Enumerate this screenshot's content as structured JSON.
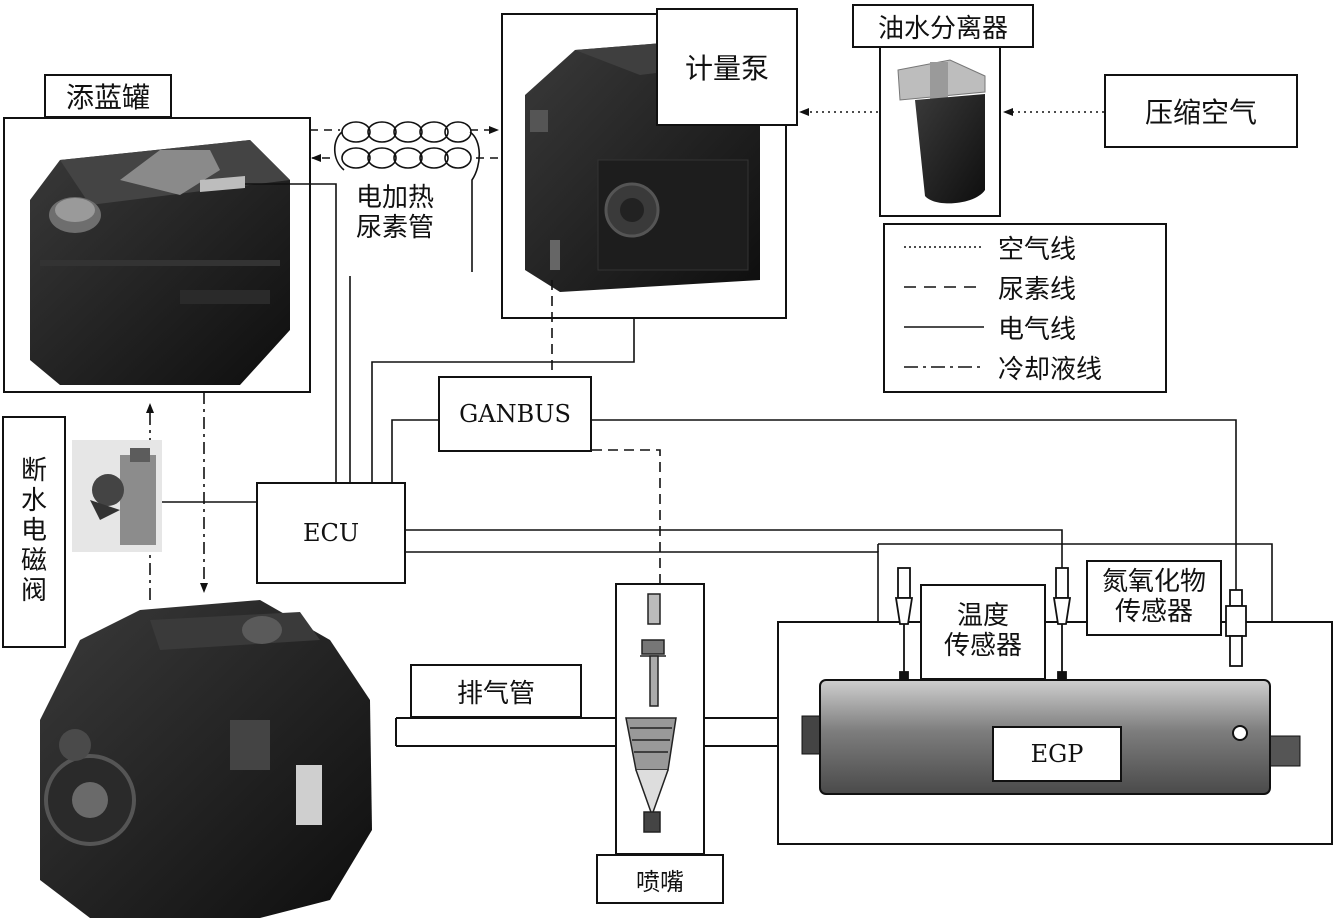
{
  "components": {
    "tank": "添蓝罐",
    "pump": "计量泵",
    "separator": "油水分离器",
    "compressed_air": "压缩空气",
    "heated_pipe": [
      "电加热",
      "尿素管"
    ],
    "ganbus": "GANBUS",
    "ecu": "ECU",
    "valve": [
      "断",
      "水",
      "电",
      "磁",
      "阀"
    ],
    "exhaust_pipe": "排气管",
    "nozzle": "喷嘴",
    "temp_sensor": [
      "温度",
      "传感器"
    ],
    "nox_sensor": [
      "氮氧化物",
      "传感器"
    ],
    "egp": "EGP"
  },
  "legend": {
    "air_line": "空气线",
    "urea_line": "尿素线",
    "electric_line": "电气线",
    "coolant_line": "冷却液线"
  }
}
